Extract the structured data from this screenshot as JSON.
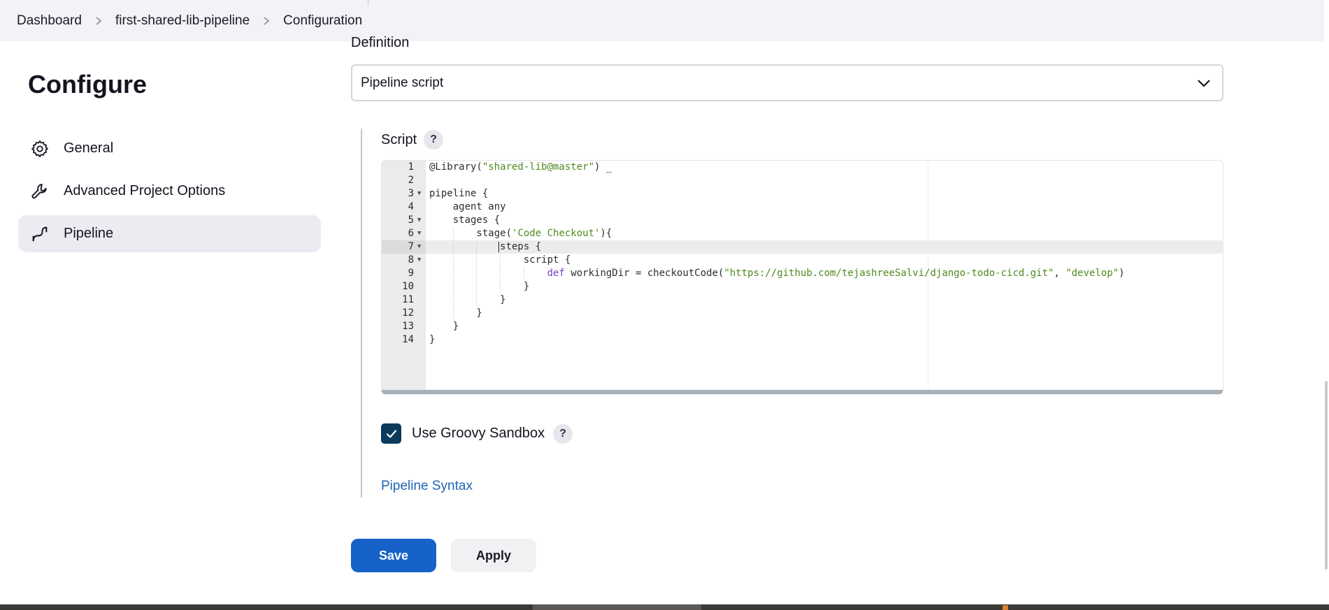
{
  "breadcrumb": [
    "Dashboard",
    "first-shared-lib-pipeline",
    "Configuration"
  ],
  "sidebar": {
    "title": "Configure",
    "items": [
      {
        "label": "General",
        "icon": "gear-icon"
      },
      {
        "label": "Advanced Project Options",
        "icon": "wrench-icon"
      },
      {
        "label": "Pipeline",
        "icon": "pipeline-icon",
        "active": true
      }
    ]
  },
  "definition": {
    "label": "Definition",
    "selected": "Pipeline script"
  },
  "script": {
    "label": "Script",
    "help": "?",
    "active_line": 7,
    "lines": [
      "@Library(\"shared-lib@master\") _",
      "",
      "pipeline {",
      "    agent any",
      "    stages {",
      "        stage('Code Checkout'){",
      "            steps {",
      "                script {",
      "                    def workingDir = checkoutCode(\"https://github.com/tejashreeSalvi/django-todo-cicd.git\", \"develop\")",
      "                }",
      "            }",
      "        }",
      "    }",
      "}"
    ]
  },
  "sandbox": {
    "label": "Use Groovy Sandbox",
    "checked": true,
    "help": "?"
  },
  "links": {
    "pipeline_syntax": "Pipeline Syntax"
  },
  "buttons": {
    "save": "Save",
    "apply": "Apply"
  },
  "colors": {
    "primary": "#1662c8",
    "checkbox": "#0b3a5c",
    "link": "#1e66b5",
    "code_string": "#4e8a1e",
    "code_keyword": "#7a3fbd"
  }
}
